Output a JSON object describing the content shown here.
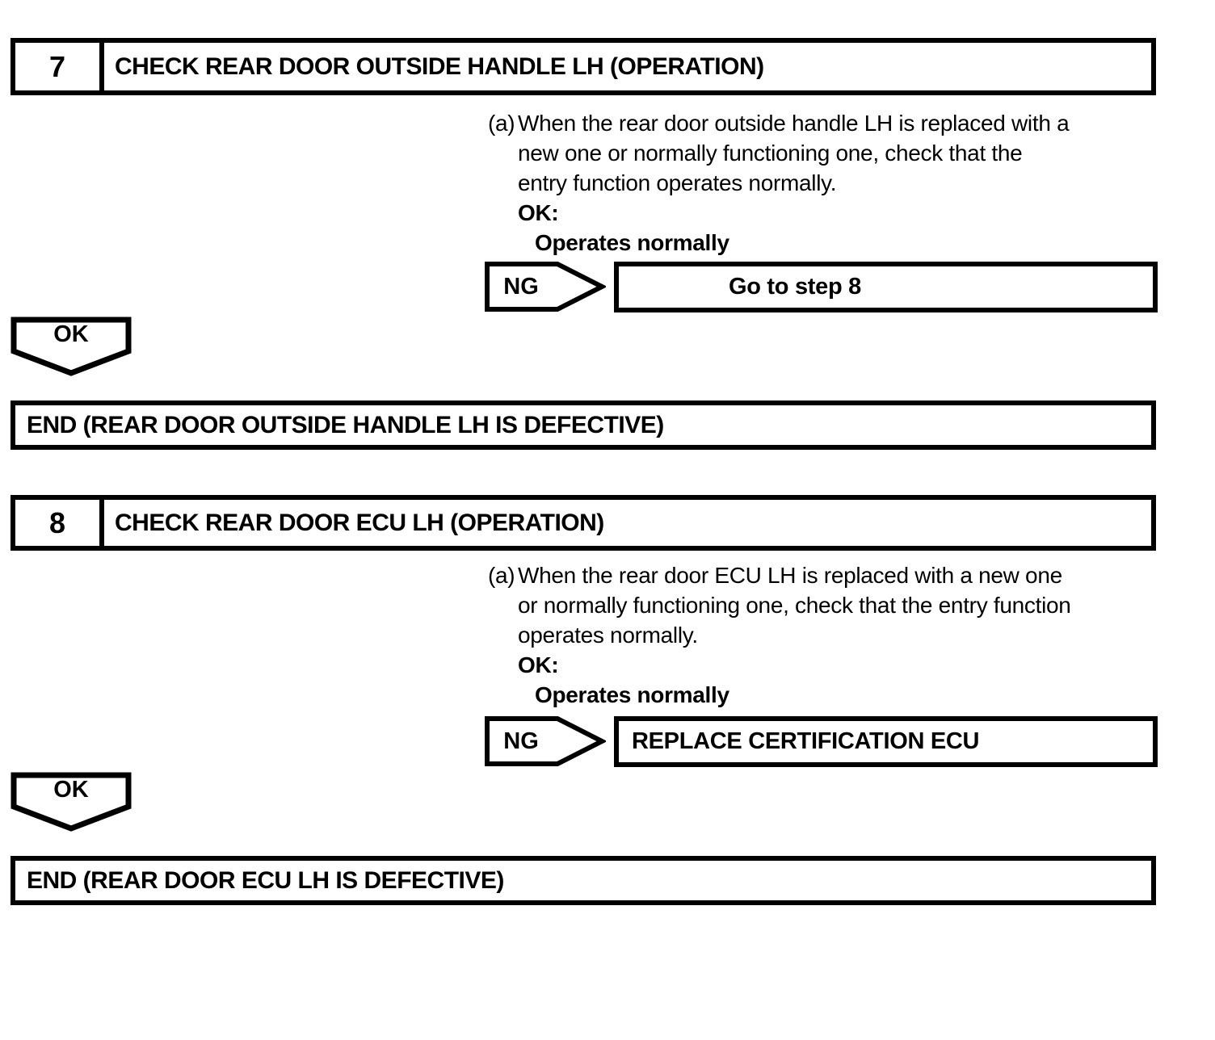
{
  "colors": {
    "ink": "#000000",
    "paper": "#ffffff"
  },
  "steps": [
    {
      "number": "7",
      "title": "CHECK REAR DOOR OUTSIDE HANDLE LH (OPERATION)",
      "instruction": {
        "marker": "(a)",
        "lines": [
          "When the rear door outside handle LH is replaced with a",
          "new one or normally functioning one, check that the",
          "entry function operates normally."
        ],
        "ok_label": "OK:",
        "ok_condition": "Operates normally"
      },
      "ng": {
        "label": "NG",
        "action": "Go to step 8"
      },
      "ok": {
        "label": "OK"
      },
      "end": {
        "label": "END (REAR DOOR OUTSIDE HANDLE LH IS DEFECTIVE)"
      }
    },
    {
      "number": "8",
      "title": "CHECK REAR DOOR ECU LH (OPERATION)",
      "instruction": {
        "marker": "(a)",
        "lines": [
          "When the rear door ECU LH is replaced with a new one",
          "or normally functioning one, check that the entry function",
          "operates normally."
        ],
        "ok_label": "OK:",
        "ok_condition": "Operates normally"
      },
      "ng": {
        "label": "NG",
        "action": "REPLACE CERTIFICATION ECU"
      },
      "ok": {
        "label": "OK"
      },
      "end": {
        "label": "END (REAR DOOR ECU LH IS DEFECTIVE)"
      }
    }
  ]
}
